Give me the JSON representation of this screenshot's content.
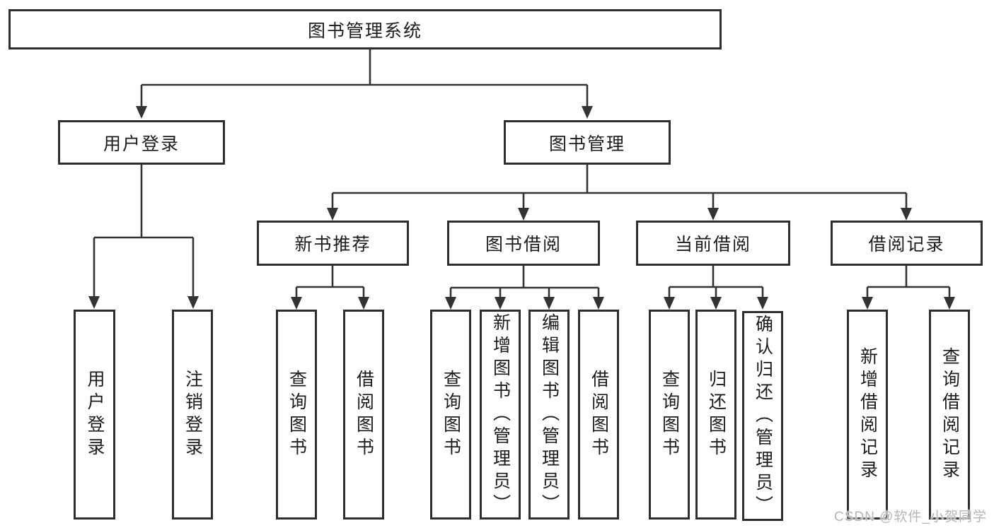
{
  "diagram": {
    "root": {
      "label": "图书管理系统",
      "children": [
        {
          "label": "用户登录",
          "children": [
            {
              "label": "用户登录"
            },
            {
              "label": "注销登录"
            }
          ]
        },
        {
          "label": "图书管理",
          "children": [
            {
              "label": "新书推荐",
              "children": [
                {
                  "label": "查询图书"
                },
                {
                  "label": "借阅图书"
                }
              ]
            },
            {
              "label": "图书借阅",
              "children": [
                {
                  "label": "查询图书"
                },
                {
                  "label": "新增图书（管理员）"
                },
                {
                  "label": "编辑图书（管理员）"
                },
                {
                  "label": "借阅图书"
                }
              ]
            },
            {
              "label": "当前借阅",
              "children": [
                {
                  "label": "查询图书"
                },
                {
                  "label": "归还图书"
                },
                {
                  "label": "确认归还（管理员）"
                }
              ]
            },
            {
              "label": "借阅记录",
              "children": [
                {
                  "label": "新增借阅记录"
                },
                {
                  "label": "查询借阅记录"
                }
              ]
            }
          ]
        }
      ]
    }
  },
  "watermark": {
    "text": "CSDN @软件_小贺同学"
  },
  "colors": {
    "line": "#333333",
    "box_border": "#2e2e2e",
    "text": "#1c1c1c",
    "watermark": "#b5b5b5",
    "background": "#ffffff"
  }
}
